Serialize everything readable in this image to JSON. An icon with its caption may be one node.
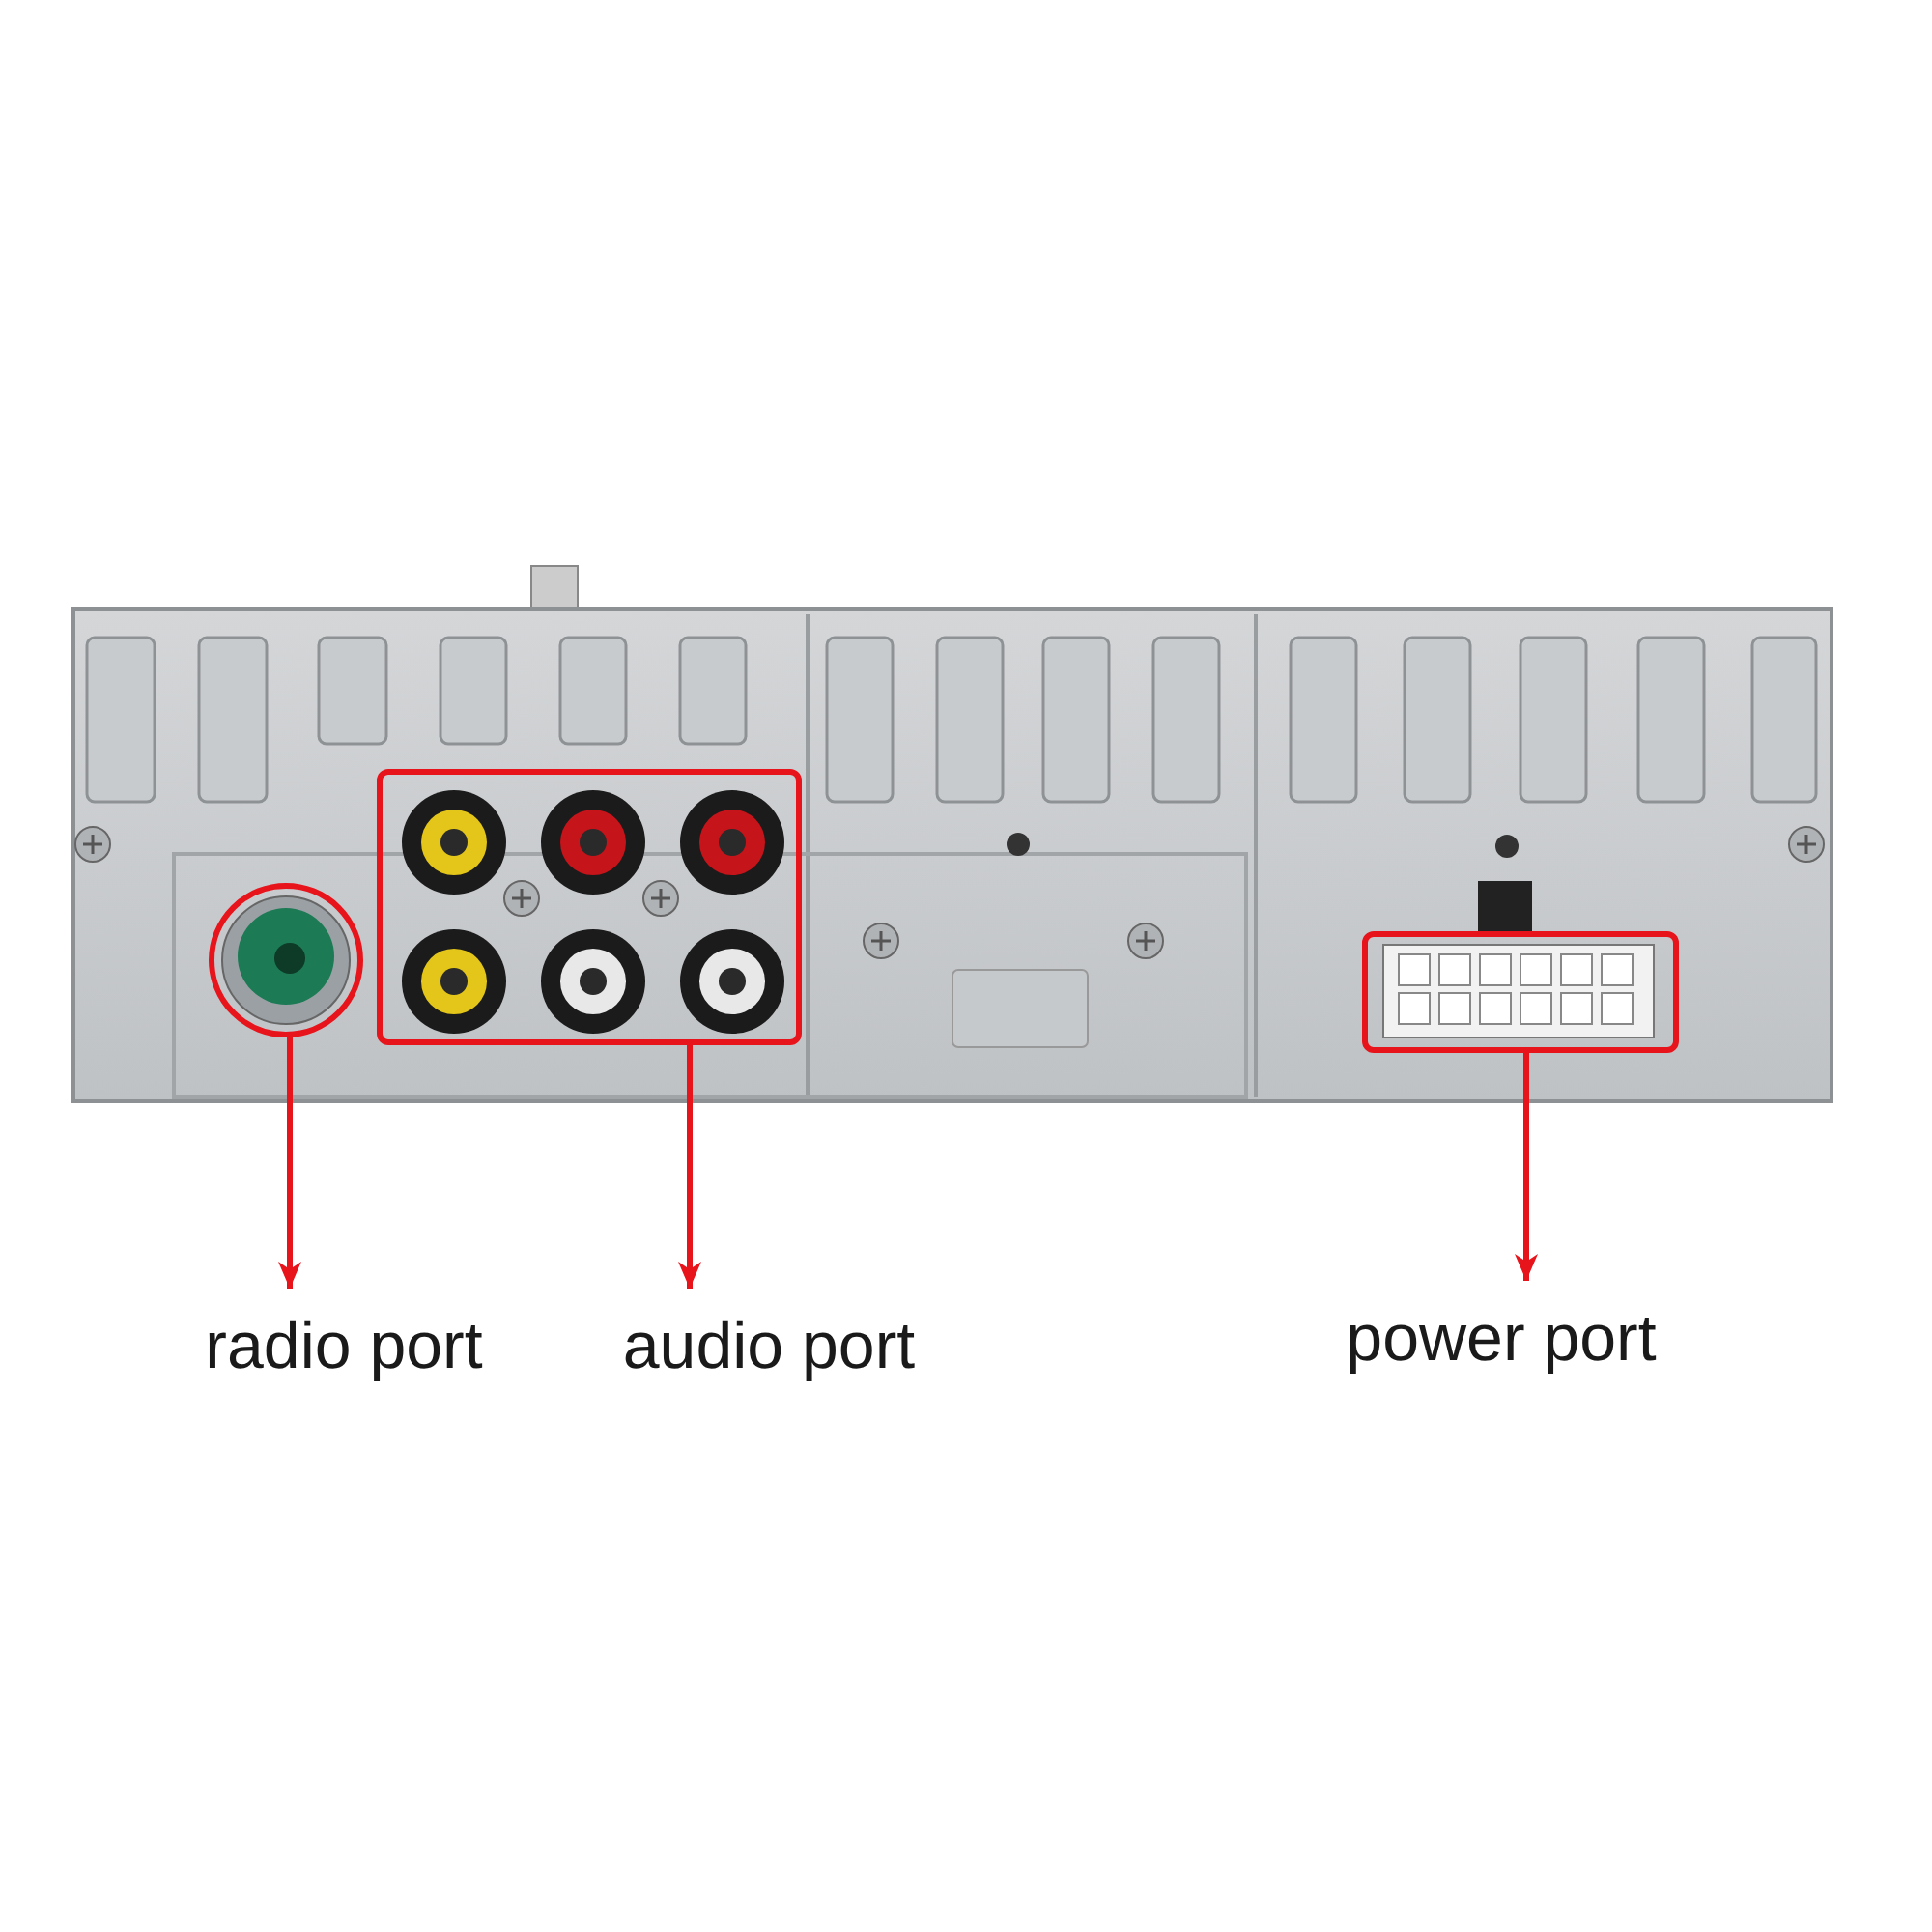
{
  "diagram": {
    "nodes": [
      {
        "text": [],
        "shape": "circle"
      },
      {
        "text": [],
        "shape": "box"
      },
      {
        "text": [],
        "shape": "box"
      },
      {
        "text": [
          "radio port"
        ]
      },
      {
        "text": [
          "audio port"
        ]
      },
      {
        "text": [
          "power port"
        ]
      }
    ],
    "edges": [
      {
        "from": 0,
        "to": 3,
        "arrow": "to"
      },
      {
        "from": 1,
        "to": 4,
        "arrow": "to"
      },
      {
        "from": 2,
        "to": 5,
        "arrow": "to"
      }
    ]
  }
}
